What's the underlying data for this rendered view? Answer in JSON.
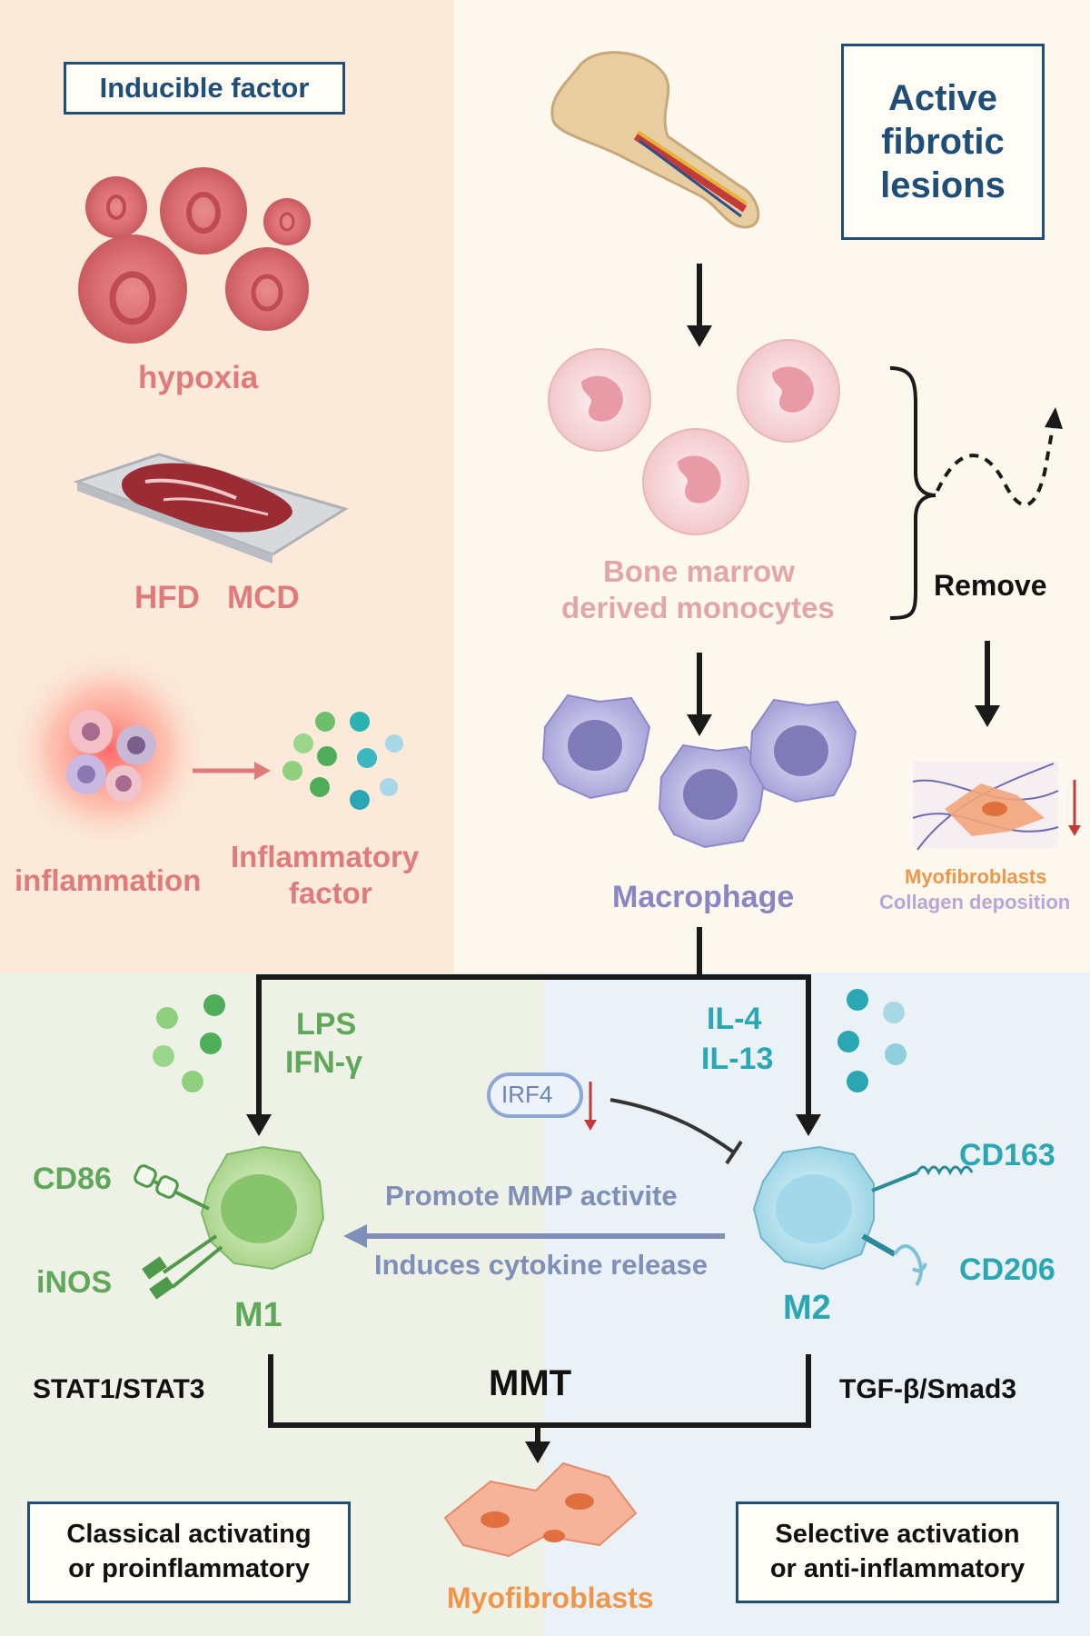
{
  "left_panel": {
    "title": "Inducible factor",
    "hypoxia": "hypoxia",
    "hfd": "HFD",
    "mcd": "MCD",
    "inflammation": "inflammation",
    "inflammatory_factor_1": "Inflammatory",
    "inflammatory_factor_2": "factor"
  },
  "right_panel": {
    "title_1": "Active",
    "title_2": "fibrotic",
    "title_3": "lesions",
    "monocytes_1": "Bone marrow",
    "monocytes_2": "derived monocytes",
    "remove": "Remove",
    "macrophage": "Macrophage",
    "myofibroblasts": "Myofibroblasts",
    "collagen": "Collagen deposition"
  },
  "m1": {
    "stimuli_1": "LPS",
    "stimuli_2": "IFN-γ",
    "marker_1": "CD86",
    "marker_2": "iNOS",
    "label": "M1",
    "pathway": "STAT1/STAT3",
    "box_1": "Classical activating",
    "box_2": "or proinflammatory"
  },
  "m2": {
    "stimuli_1": "IL-4",
    "stimuli_2": "IL-13",
    "irf4": "IRF4",
    "marker_1": "CD163",
    "marker_2": "CD206",
    "label": "M2",
    "pathway": "TGF-β/Smad3",
    "box_1": "Selective activation",
    "box_2": "or anti-inflammatory"
  },
  "center": {
    "promote": "Promote MMP activite",
    "induces": "Induces cytokine release",
    "mmt": "MMT",
    "myofibroblasts": "Myofibroblasts"
  },
  "colors": {
    "pink_text": "#e07b7b",
    "purple_text": "#8a86c4",
    "green_text": "#5fa85a",
    "teal_text": "#2aa7b3",
    "navy_box": "#1f4e79",
    "orange_text": "#f0964a"
  }
}
